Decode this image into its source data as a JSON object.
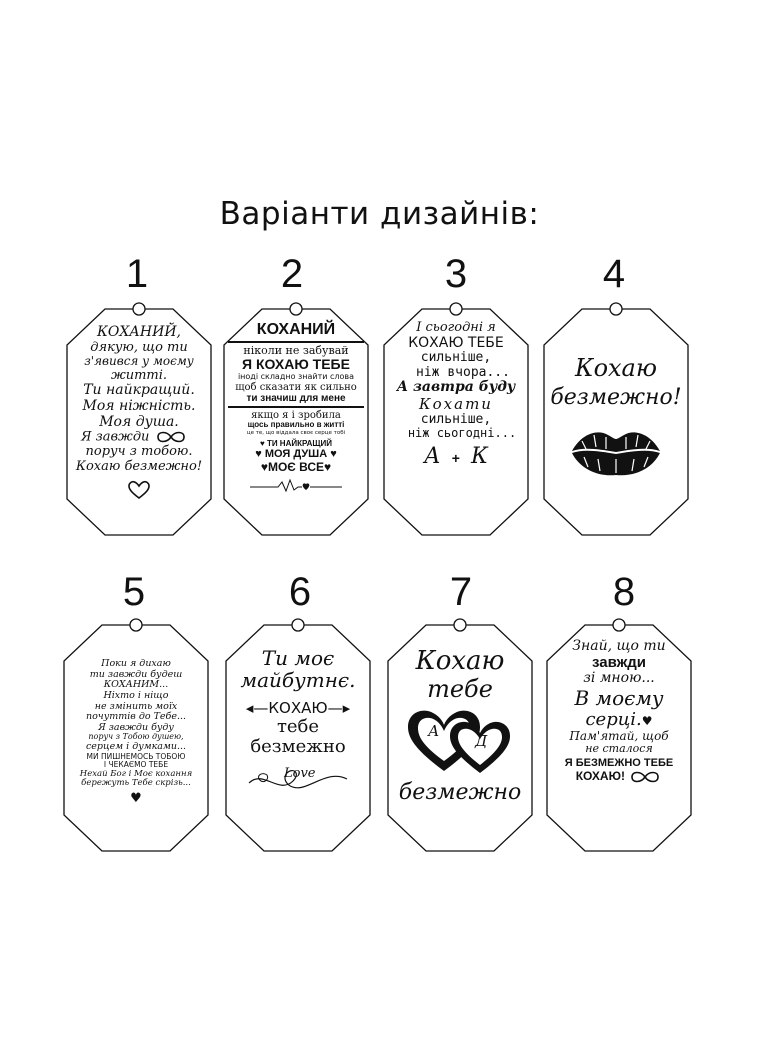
{
  "title": "Варіанти дизайнів:",
  "designs": [
    {
      "number": "1",
      "lines": [
        "КОХАНИЙ,",
        "дякую, що ти",
        "з'явився у моєму",
        "житті.",
        "Ти найкращий.",
        "Моя ніжність.",
        "Моя душа.",
        "Я завжди",
        "поруч з тобою.",
        "Кохаю безмежно!"
      ]
    },
    {
      "number": "2",
      "lines": [
        "КОХАНИЙ",
        "ніколи не забувай",
        "Я КОХАЮ ТЕБЕ",
        "іноді складно знайти слова",
        "щоб сказати як сильно",
        "ти значиш для мене",
        "якщо я і зробила",
        "щось правильно в житті",
        "це те, що віддала своє серце тобі",
        "ТИ НАЙКРАЩИЙ",
        "МОЯ ДУША",
        "МОЄ ВСЕ"
      ]
    },
    {
      "number": "3",
      "lines": [
        "І сьогодні я",
        "КОХАЮ ТЕБЕ",
        "сильніше,",
        "ніж вчора...",
        "А завтра буду",
        "Кохати",
        "сильніше,",
        "ніж сьогодні...",
        "А",
        "+",
        "К"
      ]
    },
    {
      "number": "4",
      "lines": [
        "Кохаю",
        "безмежно!"
      ]
    },
    {
      "number": "5",
      "lines": [
        "Поки я дихаю",
        "ти завжди будеш",
        "КОХАНИМ...",
        "Ніхто і ніщо",
        "не змінить моїх",
        "почуттів до Тебе...",
        "Я завжди буду",
        "поруч з Тобою душею,",
        "серцем і думками...",
        "МИ ПИШНЕМОСЬ ТОБОЮ",
        "І ЧЕКАЄМО ТЕБЕ",
        "Нехай Бог і Моє кохання",
        "бережуть Тебе скрізь..."
      ]
    },
    {
      "number": "6",
      "lines": [
        "Ти моє",
        "майбутнє.",
        "КОХАЮ",
        "тебе",
        "безмежно",
        "Love"
      ]
    },
    {
      "number": "7",
      "lines": [
        "Кохаю",
        "тебе",
        "А",
        "Д",
        "безмежно"
      ]
    },
    {
      "number": "8",
      "lines": [
        "Знай, що ти",
        "завжди",
        "зі мною...",
        "В моєму",
        "серці.",
        "Пам'ятай, щоб",
        "не сталося",
        "Я БЕЗМЕЖНО ТЕБЕ",
        "КОХАЮ!"
      ]
    }
  ]
}
